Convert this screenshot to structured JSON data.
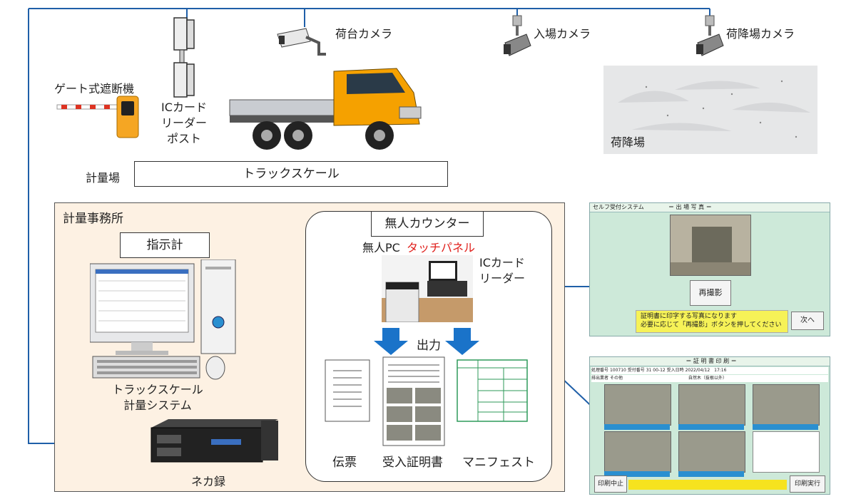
{
  "labels": {
    "gate": "ゲート式遮断機",
    "ic_post": "ICカード\nリーダー\nポスト",
    "deck_camera": "荷台カメラ",
    "entry_camera": "入場カメラ",
    "unload_camera": "荷降場カメラ",
    "unloading_area": "荷降場",
    "scale_area": "計量場",
    "truck_scale": "トラックスケール",
    "office": "計量事務所",
    "indicator": "指示計",
    "weighing_system": "トラックスケール\n計量システム",
    "recorder": "ネカ録",
    "unmanned_counter": "無人カウンター",
    "unmanned_pc": "無人PC",
    "touch_panel": "タッチパネル",
    "ic_reader": "ICカード\nリーダー",
    "output": "出力",
    "slip": "伝票",
    "certificate": "受入証明書",
    "manifest": "マニフェスト"
  },
  "screen1": {
    "header_left": "セルフ受付システム",
    "header_title": "＝ 出 場 写 真 ＝",
    "retake_button": "再撮影",
    "message_line1": "証明書に印字する写真になります",
    "message_line2": "必要に応じて「再撮影」ボタンを押してください",
    "next_button": "次へ"
  },
  "screen2": {
    "header_title": "＝ 証 明 書 印 刷 ＝",
    "field1_label": "処理番号",
    "field1_value": "100710",
    "field2_label": "受付番号",
    "field2_value": "31",
    "field4_value": "00-12",
    "field5_label": "受入日時",
    "field5_value": "2022/04/12　17:16",
    "row2_label": "排出業者",
    "row2_value": "その他",
    "row2_item_value": "自然木（抜根以外）",
    "cancel_button": "印刷中止",
    "print_button": "印刷実行"
  },
  "colors": {
    "line": "#1f5fa8",
    "arrow": "#1a73c9",
    "office_bg": "#fdf1e3",
    "touch_panel_text": "#e0201c",
    "screen_bg": "#cde9d9"
  }
}
